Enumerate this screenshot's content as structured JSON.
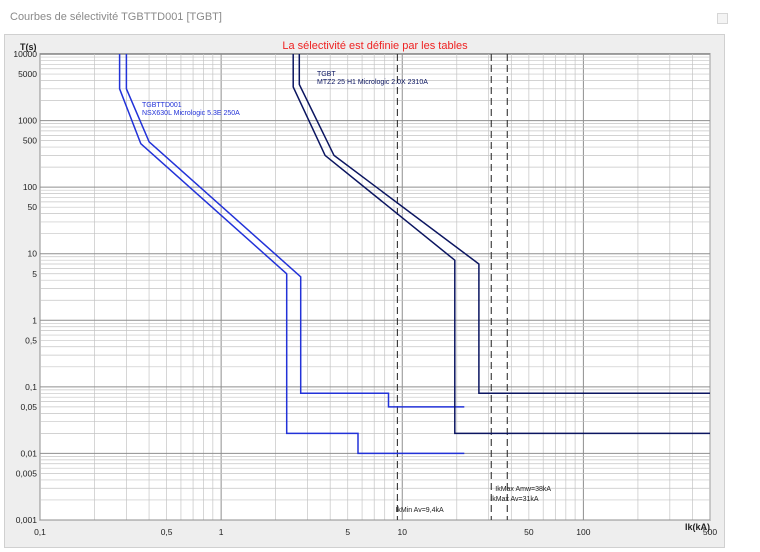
{
  "window": {
    "title": "Courbes de sélectivité TGBTTD001 [TGBT]"
  },
  "colors": {
    "downstream": "#2232d8",
    "upstream": "#0b1560",
    "title": "#ee2222",
    "grid": "#a9a9a9",
    "marker": "#333333"
  },
  "chart_data": {
    "type": "line",
    "title": "La sélectivité est définie par les tables",
    "xlabel": "Ik(kA)",
    "ylabel": "T(s)",
    "xscale": "log",
    "yscale": "log",
    "xlim": [
      0.1,
      500
    ],
    "ylim": [
      0.001,
      10000
    ],
    "grid": true,
    "xticks": [
      {
        "value": 0.1,
        "label": "0,1"
      },
      {
        "value": 0.5,
        "label": "0,5"
      },
      {
        "value": 1,
        "label": "1"
      },
      {
        "value": 5,
        "label": "5"
      },
      {
        "value": 10,
        "label": "10"
      },
      {
        "value": 50,
        "label": "50"
      },
      {
        "value": 100,
        "label": "100"
      },
      {
        "value": 500,
        "label": "500"
      }
    ],
    "yticks": [
      {
        "value": 0.001,
        "label": "0,001"
      },
      {
        "value": 0.005,
        "label": "0,005"
      },
      {
        "value": 0.01,
        "label": "0,01"
      },
      {
        "value": 0.05,
        "label": "0,05"
      },
      {
        "value": 0.1,
        "label": "0,1"
      },
      {
        "value": 0.5,
        "label": "0,5"
      },
      {
        "value": 1,
        "label": "1"
      },
      {
        "value": 5,
        "label": "5"
      },
      {
        "value": 10,
        "label": "10"
      },
      {
        "value": 50,
        "label": "50"
      },
      {
        "value": 100,
        "label": "100"
      },
      {
        "value": 500,
        "label": "500"
      },
      {
        "value": 1000,
        "label": "1000"
      },
      {
        "value": 5000,
        "label": "5000"
      },
      {
        "value": 10000,
        "label": "10000"
      }
    ],
    "series": [
      {
        "name": "TGBTTD001",
        "description": "NSX630L Micrologic 5.3E 250A",
        "role": "downstream",
        "curves": [
          [
            [
              0.275,
              10000
            ],
            [
              0.275,
              3000
            ],
            [
              0.36,
              450
            ],
            [
              2.3,
              5
            ],
            [
              2.3,
              0.02
            ],
            [
              5.7,
              0.02
            ],
            [
              5.7,
              0.01
            ],
            [
              22,
              0.01
            ]
          ],
          [
            [
              0.3,
              10000
            ],
            [
              0.3,
              3000
            ],
            [
              0.4,
              480
            ],
            [
              2.75,
              4.5
            ],
            [
              2.75,
              0.08
            ],
            [
              8.4,
              0.08
            ],
            [
              8.4,
              0.05
            ],
            [
              22,
              0.05
            ]
          ]
        ]
      },
      {
        "name": "TGBT",
        "description": "MTZ2 25 H1 Micrologic 2.0X 2310A",
        "role": "upstream",
        "curves": [
          [
            [
              2.5,
              10000
            ],
            [
              2.5,
              3200
            ],
            [
              3.75,
              300
            ],
            [
              19.5,
              8
            ],
            [
              19.5,
              0.02
            ],
            [
              500,
              0.02
            ]
          ],
          [
            [
              2.7,
              10000
            ],
            [
              2.7,
              3500
            ],
            [
              4.2,
              300
            ],
            [
              26.5,
              7
            ],
            [
              26.5,
              0.08
            ],
            [
              500,
              0.08
            ]
          ]
        ]
      }
    ],
    "markers": [
      {
        "x": 9.4,
        "label": "IkMin Av=9,4kA"
      },
      {
        "x": 31,
        "label": "IkMax Av=31kA"
      },
      {
        "x": 38,
        "label": "IkMax Amw=38kA"
      }
    ]
  }
}
